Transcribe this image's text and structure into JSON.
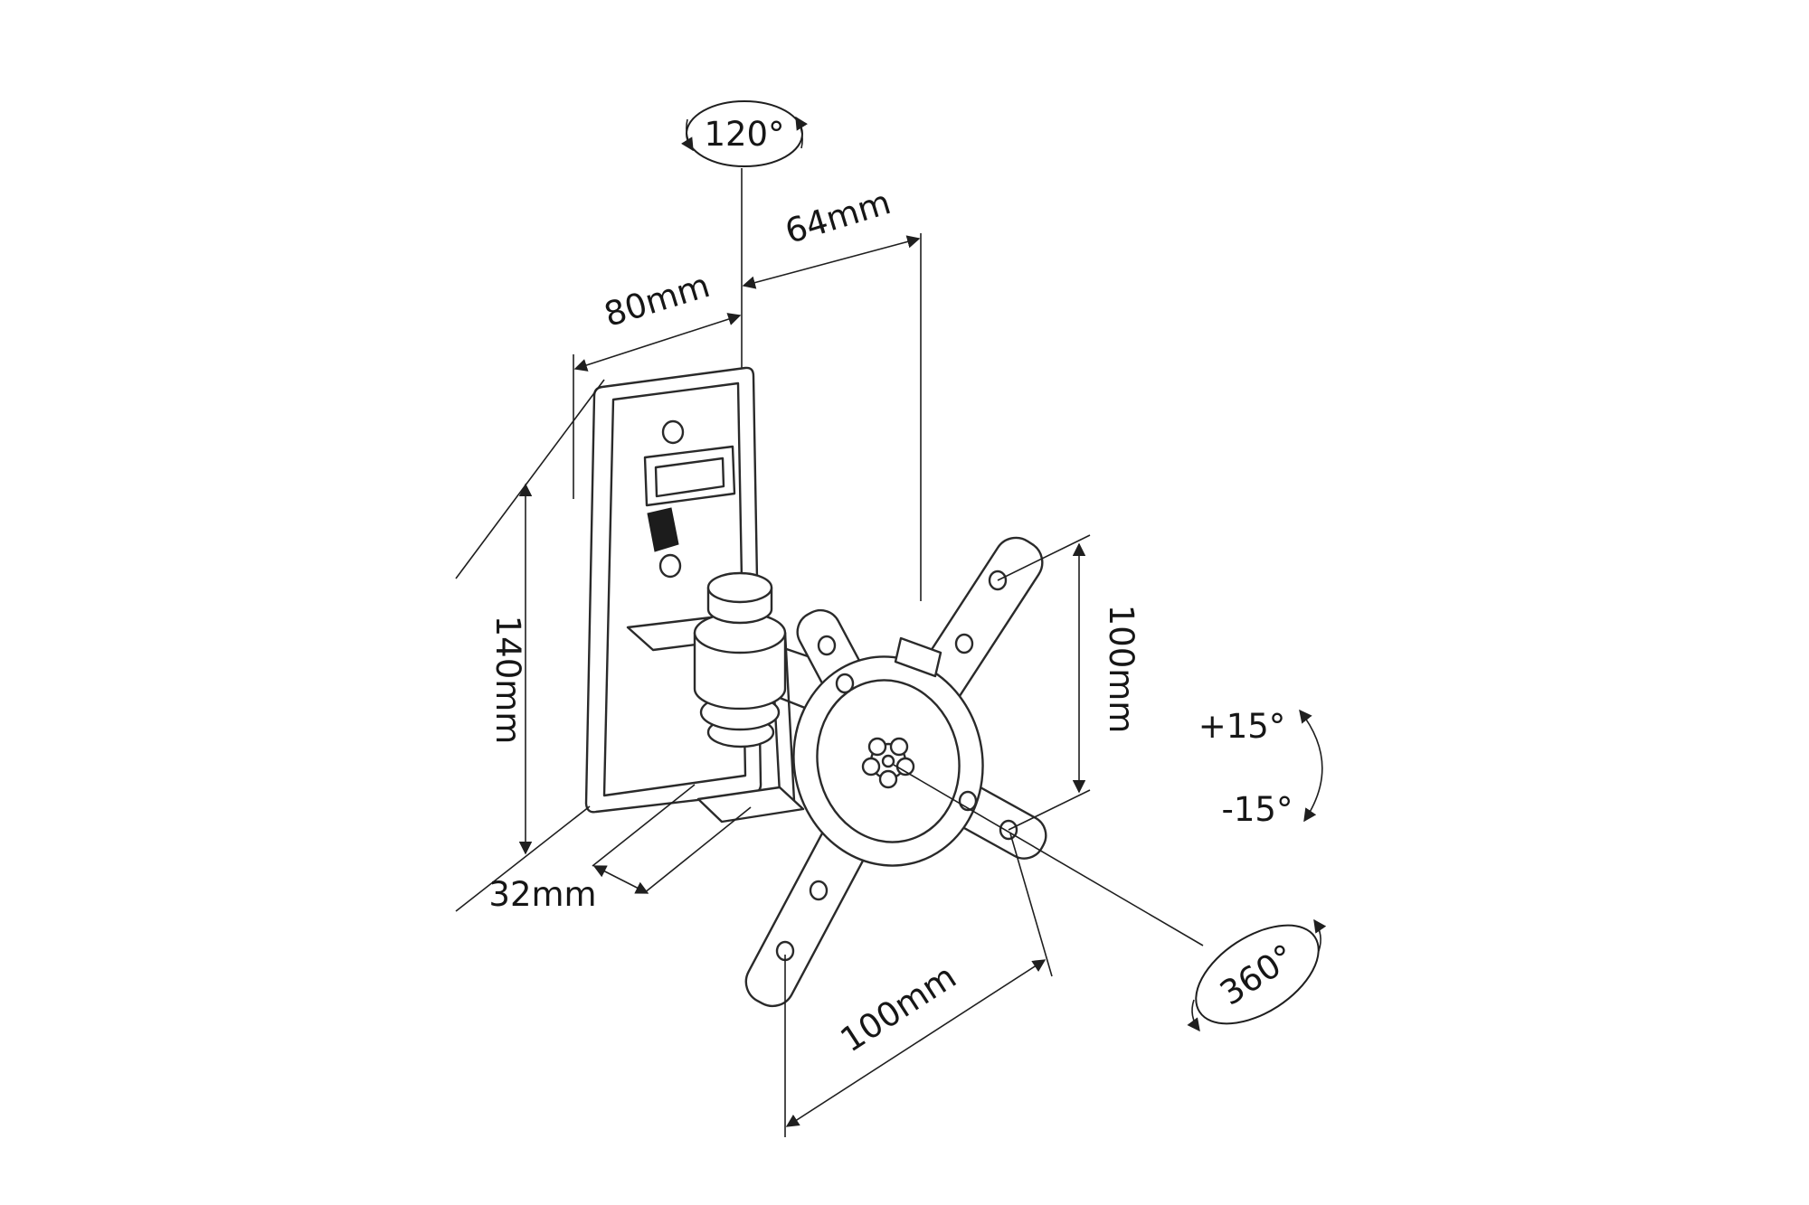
{
  "drawing": {
    "background": "#ffffff",
    "line_color": "#2a2a2a",
    "annotations": {
      "swivel_range": "120°",
      "depth": "64mm",
      "plate_width": "80mm",
      "plate_height": "140mm",
      "joint_offset": "32mm",
      "vesa_vertical": "100mm",
      "vesa_horizontal": "100mm",
      "tilt_up": "+15°",
      "tilt_down": "-15°",
      "plate_rotation": "360°"
    }
  }
}
